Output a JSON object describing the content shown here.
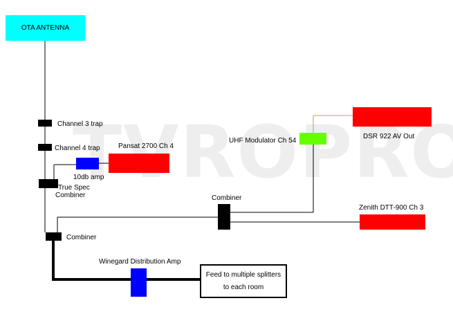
{
  "diagram": {
    "watermark": "TVROPRO",
    "colors": {
      "antenna": "#00ffff",
      "source_device": "#ff0000",
      "amplifier": "#0000ff",
      "modulator": "#66ff00",
      "trap_combiner": "#000000",
      "modulator_link": "#c8a040"
    },
    "nodes": {
      "antenna": {
        "label": "OTA ANTENNA"
      },
      "channel3_trap": {
        "label": "Channel 3 trap"
      },
      "channel4_trap": {
        "label": "Channel 4 trap"
      },
      "amp_10db": {
        "label": "10db amp"
      },
      "pansat": {
        "label": "Pansat 2700 Ch 4"
      },
      "true_spec_combiner": {
        "label_line1": "True Spec",
        "label_line2": "Combiner"
      },
      "uhf_modulator": {
        "label": "UHF Modulator Ch 54"
      },
      "dsr922": {
        "label": "DSR 922 AV Out"
      },
      "combiner_right": {
        "label": "Combiner"
      },
      "zenith": {
        "label": "Zenith DTT-900 Ch 3"
      },
      "combiner_main": {
        "label": "Combiner"
      },
      "distribution_amp": {
        "label": "Winegard Distribution Amp"
      },
      "feed": {
        "label_line1": "Feed to multiple splitters",
        "label_line2": "to each room"
      }
    }
  }
}
